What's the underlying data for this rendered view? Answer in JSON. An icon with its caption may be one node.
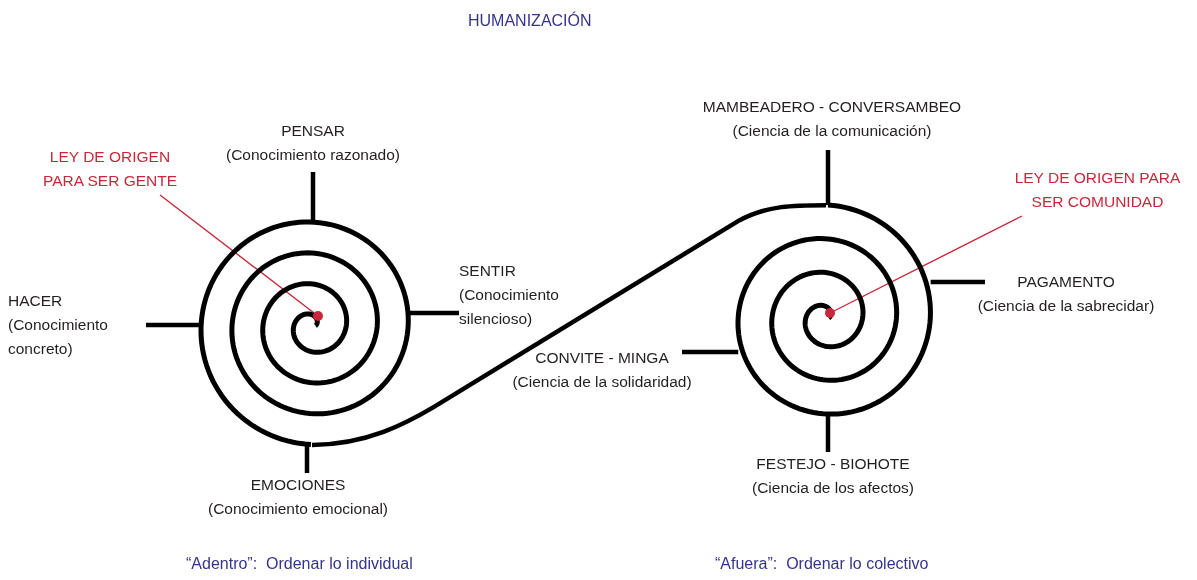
{
  "diagram": {
    "title": "HUMANIZACIÓN",
    "nodes": [
      {
        "text": [],
        "shape": "spiral"
      },
      {
        "text": [],
        "shape": "circle",
        "in": 0
      },
      {
        "text": [
          "LEY DE ORIGEN PARA SER GENTE"
        ]
      },
      {
        "text": [
          "PENSAR",
          "(Conocimiento razonado)"
        ]
      },
      {
        "text": [
          "HACER",
          "(Conocimiento concreto)"
        ]
      },
      {
        "text": [
          "SENTIR",
          "(Conocimiento silencioso)"
        ]
      },
      {
        "text": [
          "EMOCIONES",
          "(Conocimiento emocional)"
        ]
      },
      {
        "text": [],
        "shape": "spiral"
      },
      {
        "text": [],
        "shape": "circle",
        "in": 7
      },
      {
        "text": [
          "LEY DE ORIGEN PARA SER COMUNIDAD"
        ]
      },
      {
        "text": [
          "MAMBEADERO - CONVERSAMBEO",
          "(Ciencia de la comunicación)"
        ]
      },
      {
        "text": [
          "CONVITE - MINGA",
          "(Ciencia de la solidaridad)"
        ]
      },
      {
        "text": [
          "PAGAMENTO",
          "(Ciencia de la sabrecidar)"
        ]
      },
      {
        "text": [
          "FESTEJO - BIOHOTE",
          "(Ciencia de los afectos)"
        ]
      }
    ],
    "edges": [
      {
        "from": 2,
        "to": 1,
        "arrow": "none",
        "color": "#c8283a"
      },
      {
        "from": 3,
        "to": 0,
        "arrow": "none"
      },
      {
        "from": 4,
        "to": 0,
        "arrow": "none"
      },
      {
        "from": 5,
        "to": 0,
        "arrow": "none"
      },
      {
        "from": 6,
        "to": 0,
        "arrow": "none"
      },
      {
        "from": 0,
        "to": 7,
        "arrow": "none"
      },
      {
        "from": 9,
        "to": 8,
        "arrow": "none",
        "color": "#c8283a"
      },
      {
        "from": 10,
        "to": 7,
        "arrow": "none"
      },
      {
        "from": 11,
        "to": 7,
        "arrow": "none"
      },
      {
        "from": 12,
        "to": 7,
        "arrow": "none"
      },
      {
        "from": 13,
        "to": 7,
        "arrow": "none"
      }
    ],
    "labels": [
      "“Adentro”:  Ordenar lo individual",
      "“Afuera”:  Ordenar lo colectivo"
    ]
  }
}
